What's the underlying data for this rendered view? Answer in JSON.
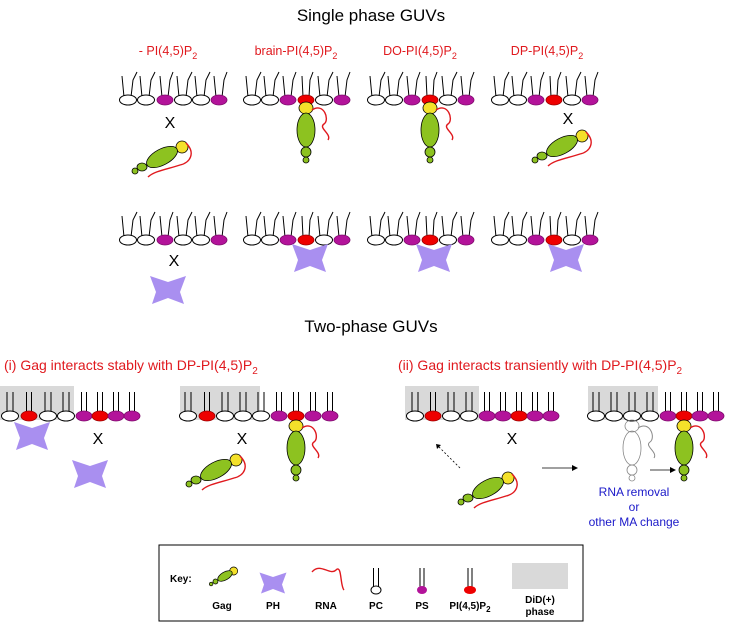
{
  "headings": {
    "single_phase": "Single phase GUVs",
    "two_phase": "Two-phase GUVs"
  },
  "columns": [
    {
      "text": "- PI(4,5)P",
      "sub": "2"
    },
    {
      "text": "brain-PI(4,5)P",
      "sub": "2"
    },
    {
      "text": "DO-PI(4,5)P",
      "sub": "2"
    },
    {
      "text": "DP-PI(4,5)P",
      "sub": "2"
    }
  ],
  "two_phase": {
    "panel_i": {
      "text": "(i) Gag interacts stably with DP-PI(4,5)P",
      "sub": "2"
    },
    "panel_ii": {
      "text": "(ii) Gag interacts transiently with DP-PI(4,5)P",
      "sub": "2"
    },
    "note_lines": [
      "RNA removal",
      "or",
      "other MA change"
    ]
  },
  "x_mark": "X",
  "key": {
    "title": "Key:",
    "items": [
      {
        "label": "Gag"
      },
      {
        "label": "PH"
      },
      {
        "label": "RNA"
      },
      {
        "label": "PC"
      },
      {
        "label": "PS"
      },
      {
        "label": "PI(4,5)P",
        "sub": "2"
      },
      {
        "label": "DiD(+)",
        "label2": "phase"
      }
    ]
  },
  "colors": {
    "pip2": "#ee0000",
    "ps": "#b3139a",
    "ph": "#a98ff0",
    "gag": "#8dc220",
    "gag_yellow": "#f4e12a",
    "rna": "#e0191e",
    "did_phase": "#d9d9d9",
    "label_red": "#e0191e",
    "note_blue": "#1b19c9"
  }
}
